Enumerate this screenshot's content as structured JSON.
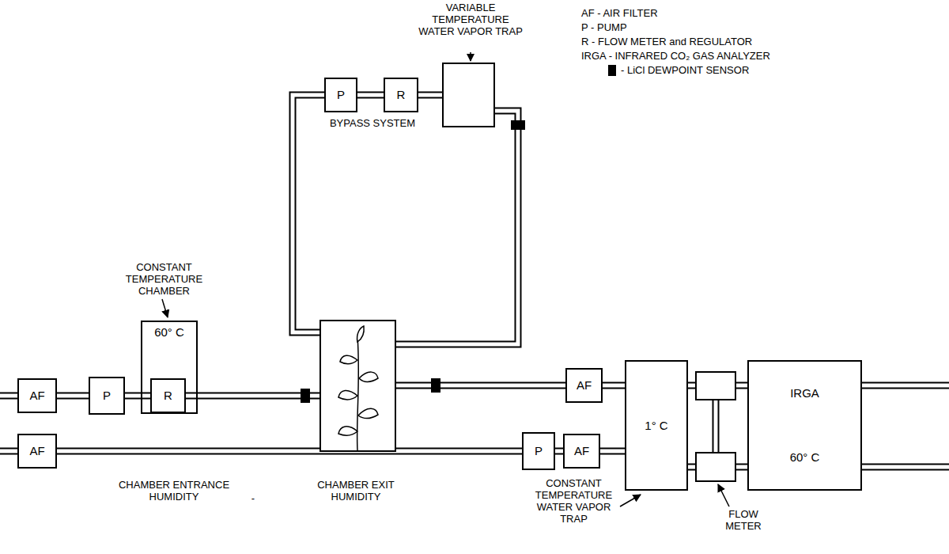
{
  "diagram": {
    "nodes": [
      {
        "text": [
          "AF"
        ]
      },
      {
        "text": [
          "P"
        ]
      },
      {
        "text": [
          "60° C"
        ]
      },
      {
        "text": [
          "R"
        ],
        "in": 2
      },
      {
        "text": [
          "P"
        ]
      },
      {
        "text": [
          "R"
        ]
      },
      {
        "text": [
          "AF"
        ]
      },
      {
        "text": [
          "AF"
        ]
      },
      {
        "text": [
          "P"
        ]
      },
      {
        "text": [
          "AF"
        ]
      },
      {
        "text": [
          "1° C"
        ]
      },
      {
        "text": [
          "IRGA",
          "60° C"
        ]
      }
    ],
    "edges": [
      {
        "from": 0,
        "to": 1,
        "arrow": "none"
      },
      {
        "from": 1,
        "to": 3,
        "arrow": "none"
      },
      {
        "from": 4,
        "to": 5,
        "arrow": "none"
      },
      {
        "from": 6,
        "to": 10,
        "arrow": "none"
      },
      {
        "from": 7,
        "to": 8,
        "arrow": "none"
      },
      {
        "from": 8,
        "to": 9,
        "arrow": "none"
      },
      {
        "from": 9,
        "to": 10,
        "arrow": "none"
      },
      {
        "from": 10,
        "to": 11,
        "arrow": "none"
      }
    ],
    "labels": [
      "VARIABLE TEMPERATURE WATER VAPOR TRAP",
      "BYPASS SYSTEM",
      "CONSTANT TEMPERATURE CHAMBER",
      "CHAMBER ENTRANCE HUMIDITY",
      "-",
      "CHAMBER EXIT HUMIDITY",
      "CONSTANT TEMPERATURE WATER VAPOR TRAP",
      "FLOW METER"
    ],
    "legend": [
      {
        "text": "AF - AIR FILTER"
      },
      {
        "text": "P - PUMP"
      },
      {
        "text": "R - FLOW METER and REGULATOR"
      },
      {
        "text": "IRGA - INFRARED CO₂ GAS ANALYZER"
      },
      {
        "text": "- LiCl DEWPOINT SENSOR",
        "color": "#000000"
      }
    ]
  }
}
